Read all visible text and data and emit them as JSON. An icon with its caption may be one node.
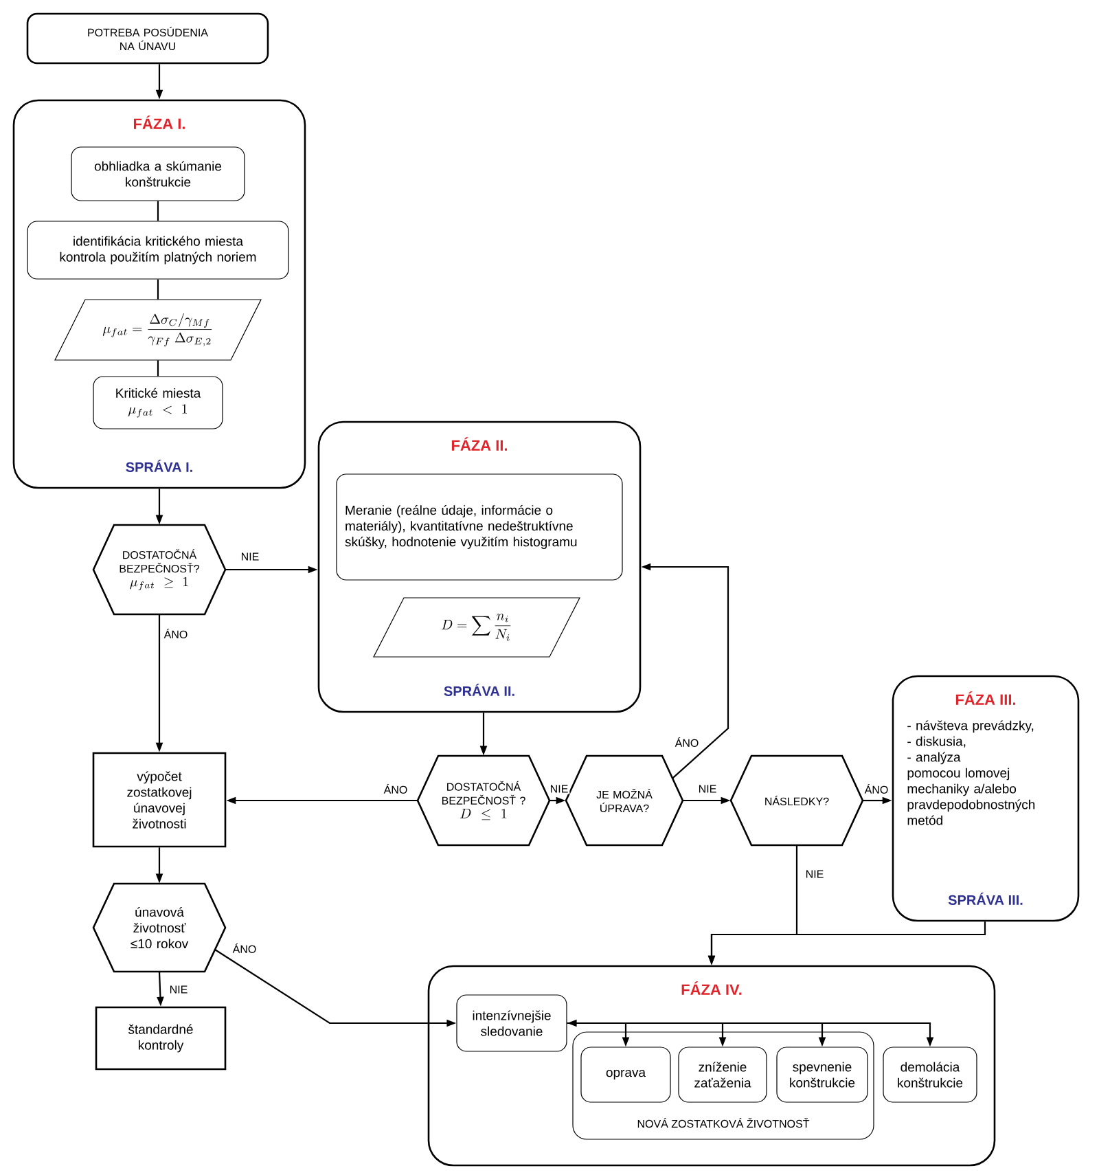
{
  "diagram": {
    "nodes": [
      {
        "text": [
          "POTREBA POSÚDENIA NA ÚNAVU"
        ]
      },
      {
        "text": [
          "FÁZA I.",
          "SPRÁVA I."
        ]
      },
      {
        "text": [
          "obhliadka a skúmanie konštrukcie"
        ],
        "in": 1
      },
      {
        "text": [
          "identifikácia kritického miesta kontrola použitím platných noriem"
        ],
        "in": 1
      },
      {
        "text": [
          "\\mu_{fat} = \\frac{\\Delta\\sigma_{C} / \\gamma_{Mf}}{\\gamma_{Ff}\\;\\Delta\\sigma_{E,2}}"
        ],
        "in": 1
      },
      {
        "text": [
          "Kritické miesta",
          "\\mu_{fat} < 1"
        ],
        "in": 1
      },
      {
        "text": [
          "DOSTATOČNÁ BEZPEČNOSŤ?",
          "\\mu_{fat} \\geq 1"
        ]
      },
      {
        "text": [
          "FÁZA II.",
          "SPRÁVA II."
        ]
      },
      {
        "text": [
          "Meranie (reálne údaje, informácie o materiály), kvantitatívne nedeštruktívne skúšky, hodnotenie využitím histogramu"
        ],
        "in": 7
      },
      {
        "text": [
          "D = \\sum \\frac{n_i}{N_i}"
        ],
        "in": 7
      },
      {
        "text": [
          "výpočet zostatkovej únavovej životnosti"
        ]
      },
      {
        "text": [
          "DOSTATOČNÁ BEZPEČNOSŤ ?",
          "D \\leq 1"
        ]
      },
      {
        "text": [
          "JE MOŽNÁ ÚPRAVA?"
        ]
      },
      {
        "text": [
          "NÁSLEDKY?"
        ]
      },
      {
        "text": [
          "FÁZA III.",
          "- návšteva prevádzky,",
          "- diskusia,",
          "- analýza pomocou lomovej mechaniky a/alebo pravdepodobnostných metód",
          "SPRÁVA III."
        ]
      },
      {
        "text": [
          "únavová životnosť ≤10 rokov"
        ]
      },
      {
        "text": [
          "štandardné kontroly"
        ]
      },
      {
        "text": [
          "FÁZA IV."
        ]
      },
      {
        "text": [
          "intenzívnejšie sledovanie"
        ],
        "in": 17
      },
      {
        "text": [
          "NOVÁ ZOSTATKOVÁ ŽIVOTNOSŤ"
        ],
        "in": 17
      },
      {
        "text": [
          "oprava"
        ],
        "in": 19
      },
      {
        "text": [
          "zníženie zaťaženia"
        ],
        "in": 19
      },
      {
        "text": [
          "spevnenie konštrukcie"
        ],
        "in": 19
      },
      {
        "text": [
          "demolácia konštrukcie"
        ],
        "in": 17
      }
    ],
    "edges": [
      {
        "from": 0,
        "to": 1,
        "arrow": "to"
      },
      {
        "from": 2,
        "to": 3,
        "arrow": "none"
      },
      {
        "from": 3,
        "to": 4,
        "arrow": "none"
      },
      {
        "from": 4,
        "to": 5,
        "arrow": "none"
      },
      {
        "from": 1,
        "to": 6,
        "arrow": "to"
      },
      {
        "from": 6,
        "to": 7,
        "arrow": "to",
        "label": "NIE"
      },
      {
        "from": 6,
        "to": 10,
        "arrow": "to",
        "label": "ÁNO"
      },
      {
        "from": 7,
        "to": 11,
        "arrow": "to"
      },
      {
        "from": 11,
        "to": 10,
        "arrow": "to",
        "label": "ÁNO"
      },
      {
        "from": 11,
        "to": 12,
        "arrow": "to",
        "label": "NIE"
      },
      {
        "from": 12,
        "to": 7,
        "arrow": "to",
        "label": "ÁNO"
      },
      {
        "from": 12,
        "to": 13,
        "arrow": "to",
        "label": "NIE"
      },
      {
        "from": 13,
        "to": 14,
        "arrow": "to",
        "label": "ÁNO"
      },
      {
        "from": 13,
        "to": 17,
        "arrow": "to",
        "label": "NIE"
      },
      {
        "from": 14,
        "to": 17,
        "arrow": "to"
      },
      {
        "from": 10,
        "to": 15,
        "arrow": "to"
      },
      {
        "from": 15,
        "to": 16,
        "arrow": "to",
        "label": "NIE"
      },
      {
        "from": 15,
        "to": 18,
        "arrow": "to",
        "label": "ÁNO"
      },
      {
        "from": 18,
        "to": 20,
        "arrow": "both"
      },
      {
        "from": 18,
        "to": 21,
        "arrow": "to"
      },
      {
        "from": 18,
        "to": 22,
        "arrow": "to"
      },
      {
        "from": 18,
        "to": 23,
        "arrow": "to"
      }
    ]
  }
}
